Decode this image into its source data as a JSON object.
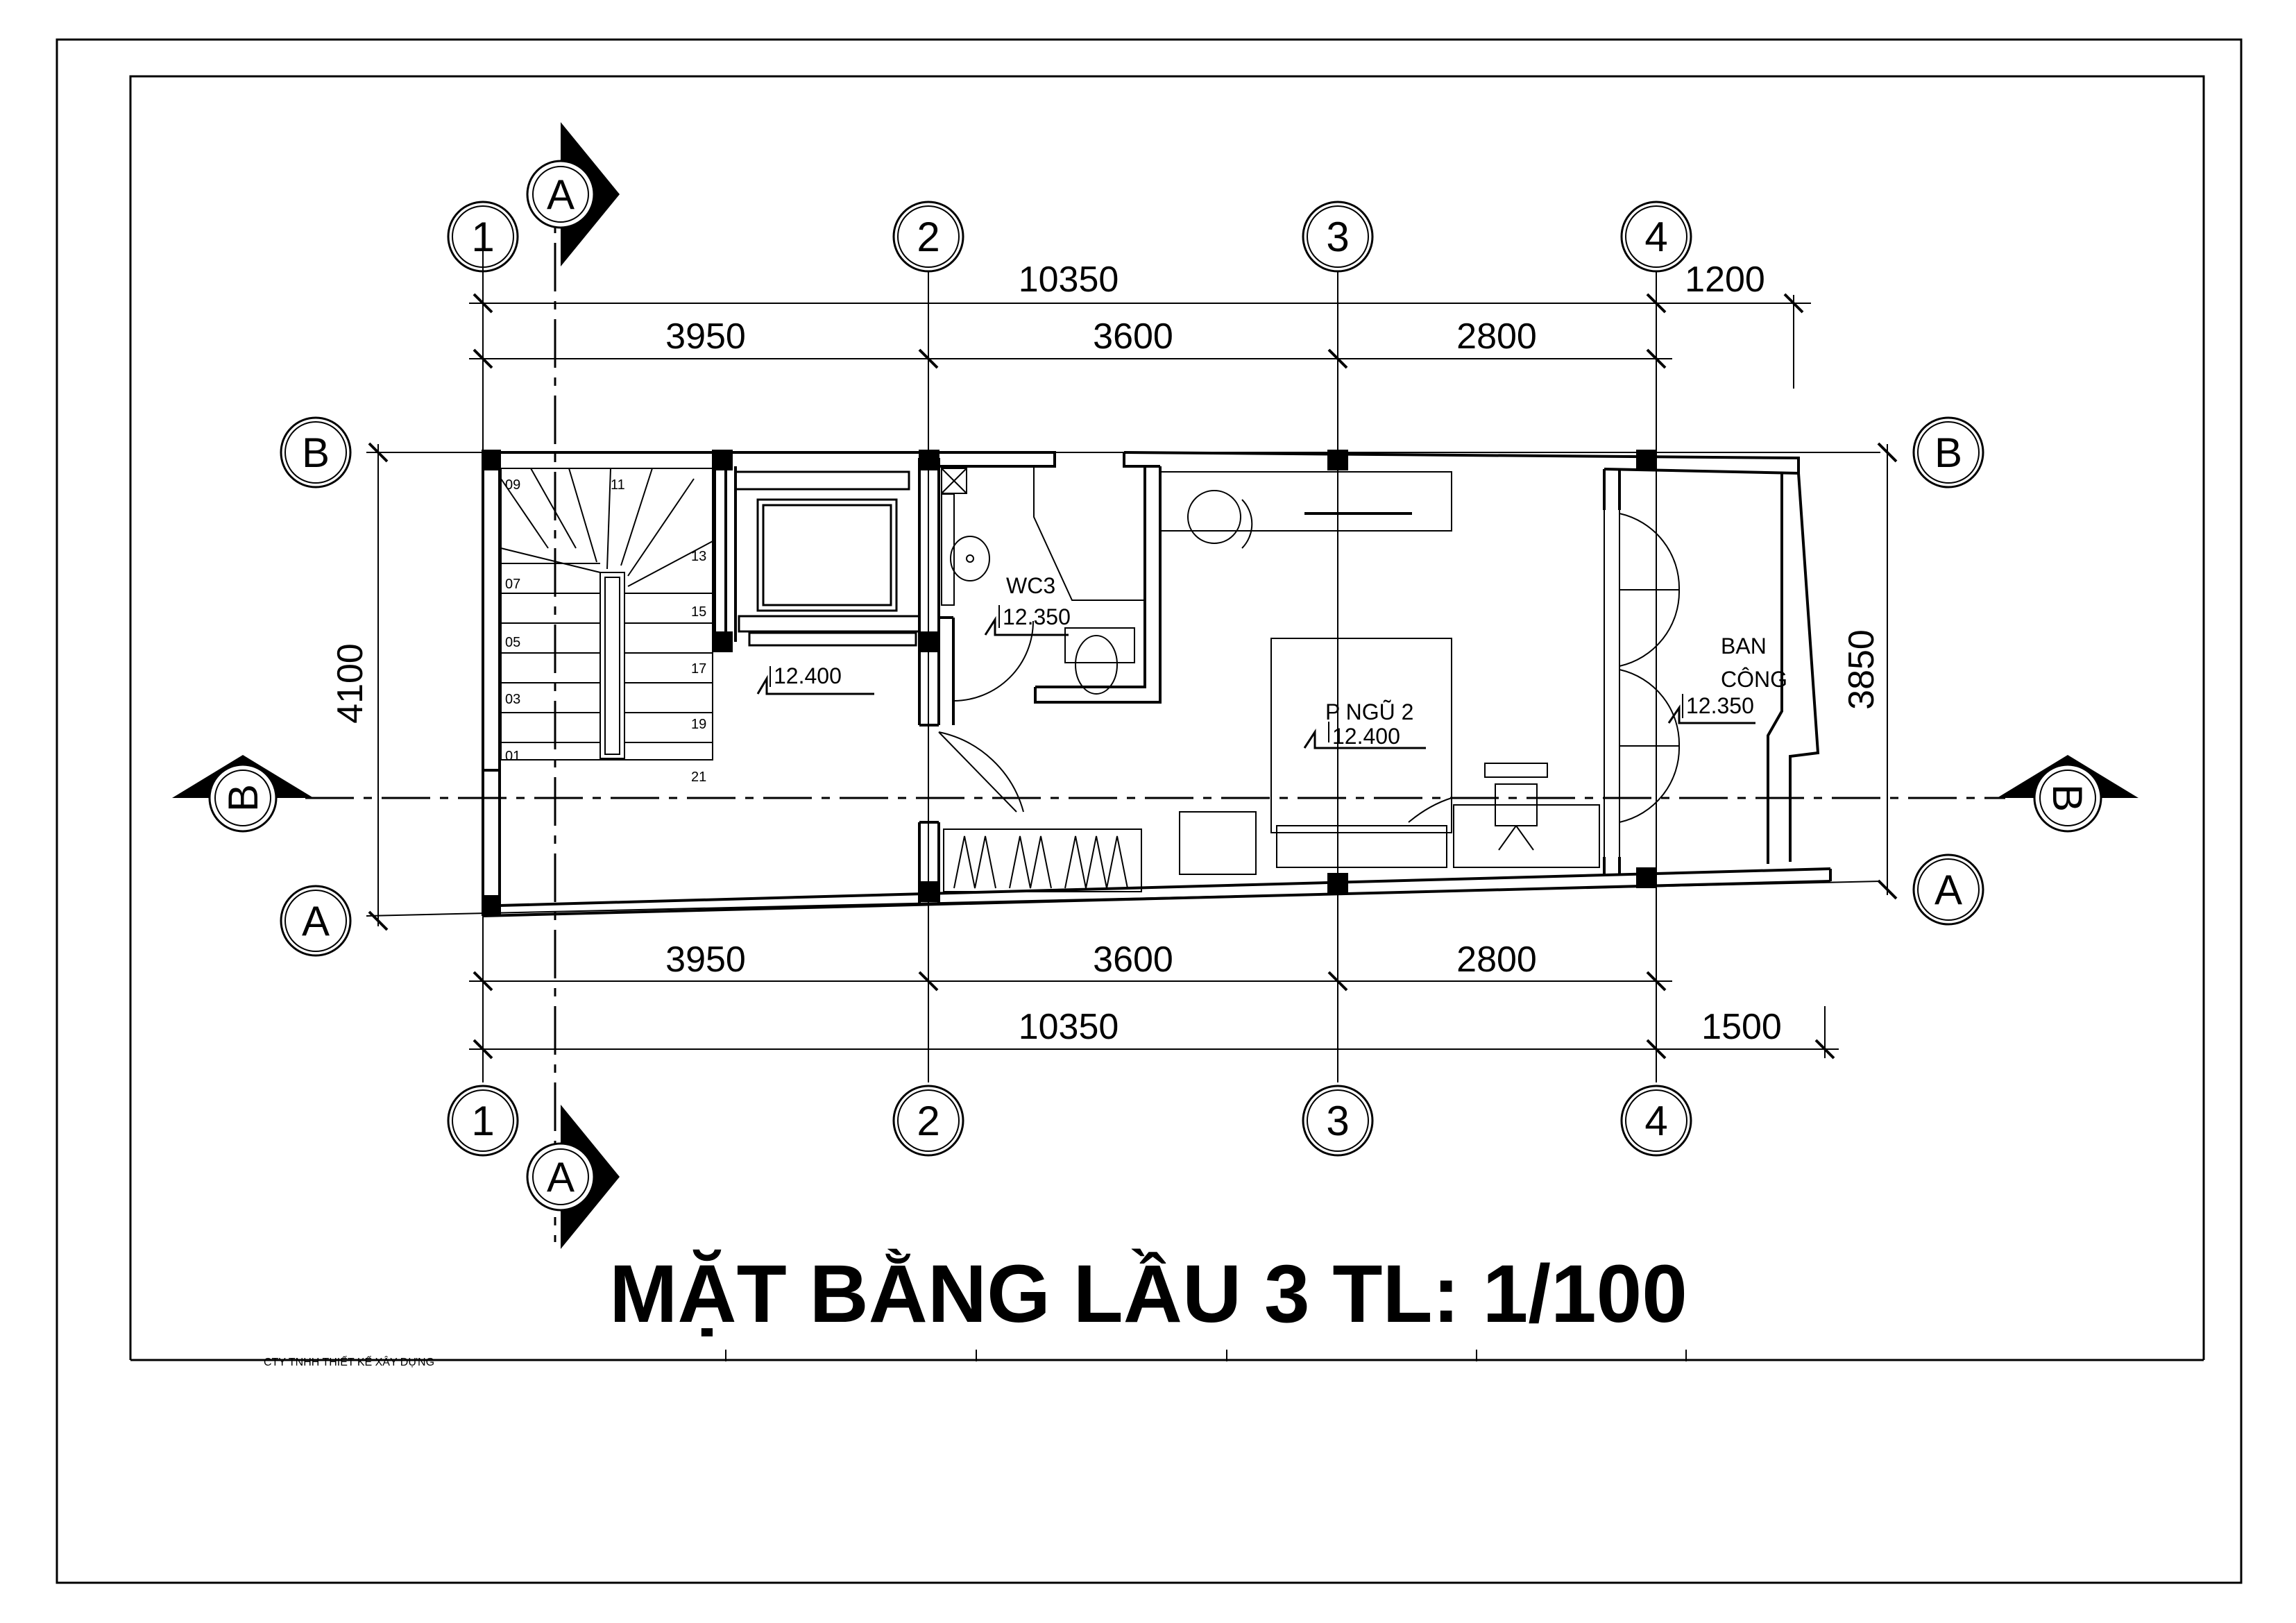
{
  "drawing": {
    "title": "MẶT BẰNG LẦU 3 TL: 1/100",
    "grid": {
      "columns": [
        "1",
        "2",
        "3",
        "4"
      ],
      "rows": [
        "A",
        "B"
      ],
      "section_marks": [
        "A",
        "B"
      ]
    },
    "dimensions": {
      "top_total": "10350",
      "top_overhang": "1200",
      "top_spans": [
        "3950",
        "3600",
        "2800"
      ],
      "bottom_spans": [
        "3950",
        "3600",
        "2800"
      ],
      "bottom_total": "10350",
      "bottom_overhang": "1500",
      "left_depth": "4100",
      "right_depth": "3850"
    },
    "rooms": {
      "wc": "WC3",
      "wc_level": "12.350",
      "stair_level": "12.400",
      "bedroom": "P NGŨ 2",
      "bedroom_level": "12.400",
      "balcony_line1": "BAN",
      "balcony_line2": "CÔNG",
      "balcony_level": "12.350"
    },
    "stair_numbers": [
      "09",
      "11",
      "13",
      "07",
      "15",
      "05",
      "17",
      "03",
      "19",
      "01",
      "21"
    ],
    "title_block": {
      "company": "CTY TNHH  THIẾT KẾ XÂY DỰNG"
    }
  }
}
